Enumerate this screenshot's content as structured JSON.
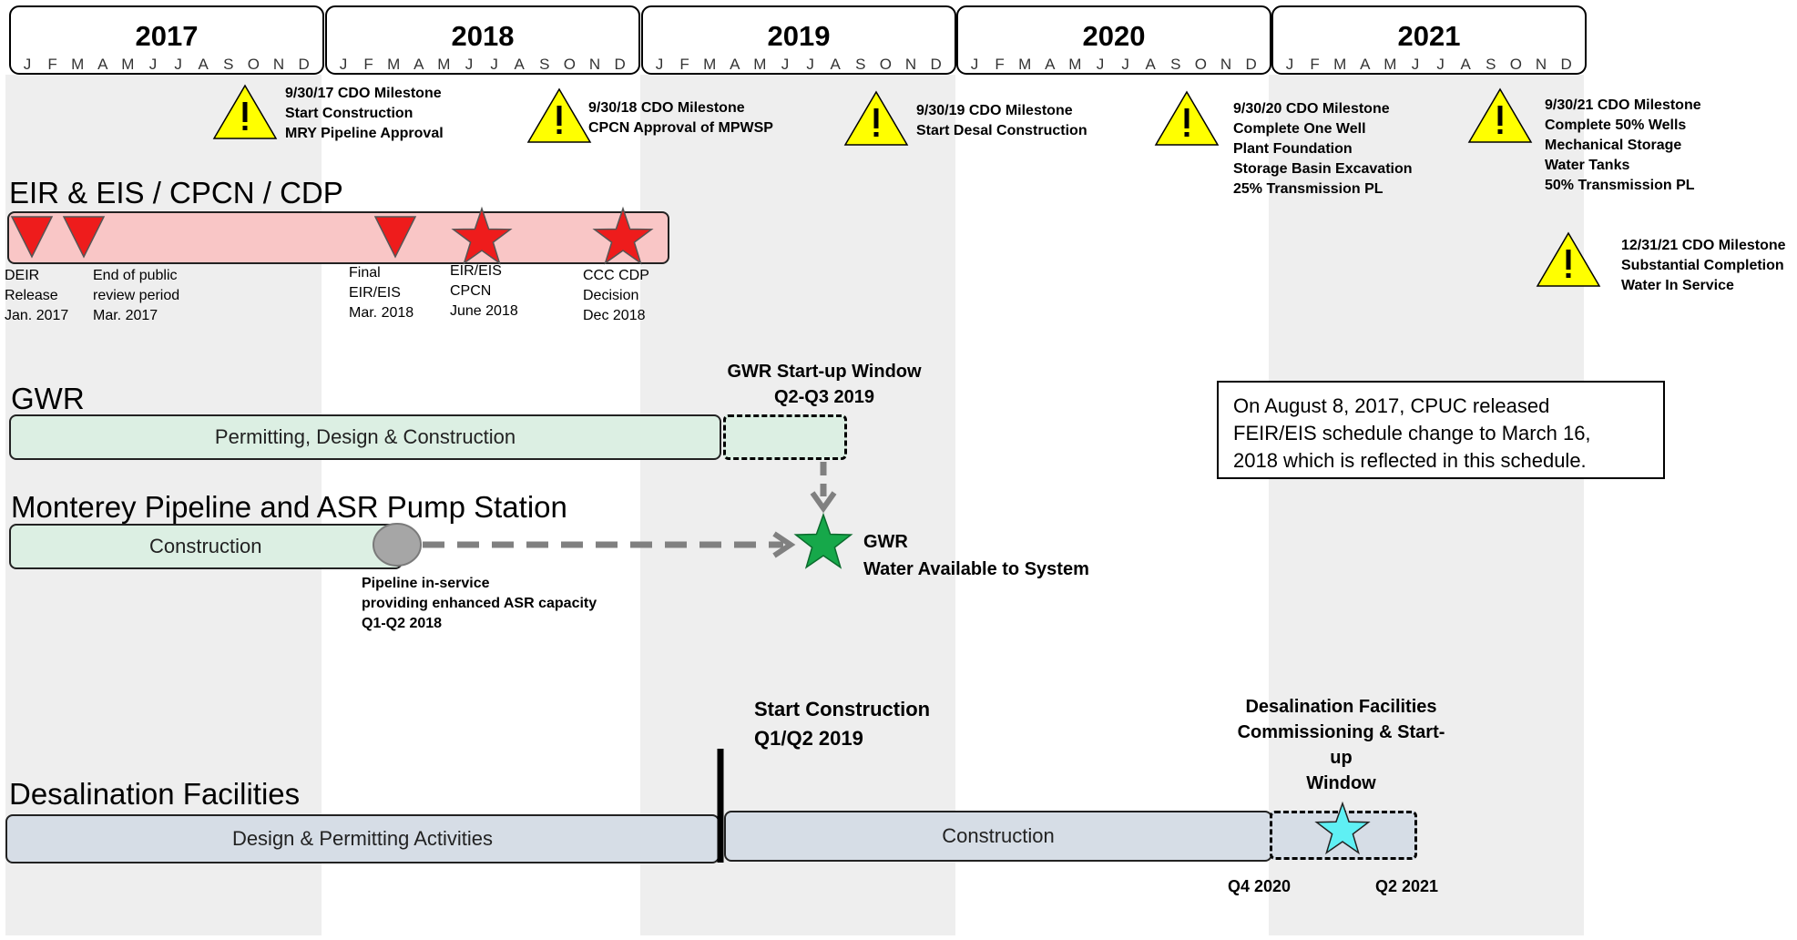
{
  "timeline": {
    "years": [
      {
        "label": "2017",
        "months": [
          "J",
          "F",
          "M",
          "A",
          "M",
          "J",
          "J",
          "A",
          "S",
          "O",
          "N",
          "D"
        ]
      },
      {
        "label": "2018",
        "months": [
          "J",
          "F",
          "M",
          "A",
          "M",
          "J",
          "J",
          "A",
          "S",
          "O",
          "N",
          "D"
        ]
      },
      {
        "label": "2019",
        "months": [
          "J",
          "F",
          "M",
          "A",
          "M",
          "J",
          "J",
          "A",
          "S",
          "O",
          "N",
          "D"
        ]
      },
      {
        "label": "2020",
        "months": [
          "J",
          "F",
          "M",
          "A",
          "M",
          "J",
          "J",
          "A",
          "S",
          "O",
          "N",
          "D"
        ]
      },
      {
        "label": "2021",
        "months": [
          "J",
          "F",
          "M",
          "A",
          "M",
          "J",
          "J",
          "A",
          "S",
          "O",
          "N",
          "D"
        ]
      }
    ]
  },
  "cdo_milestones": [
    {
      "lines": [
        "9/30/17 CDO Milestone",
        "Start Construction",
        "MRY Pipeline Approval"
      ]
    },
    {
      "lines": [
        "9/30/18 CDO Milestone",
        "CPCN Approval of MPWSP"
      ]
    },
    {
      "lines": [
        "9/30/19 CDO Milestone",
        "Start Desal Construction"
      ]
    },
    {
      "lines": [
        "9/30/20 CDO Milestone",
        "Complete One Well",
        "Plant Foundation",
        "Storage Basin Excavation",
        "25% Transmission PL"
      ]
    },
    {
      "lines": [
        "9/30/21 CDO Milestone",
        "Complete 50% Wells",
        "Mechanical Storage",
        "Water Tanks",
        "50% Transmission PL"
      ]
    },
    {
      "lines": [
        "12/31/21 CDO Milestone",
        "Substantial Completion",
        "Water In Service"
      ]
    }
  ],
  "colors": {
    "eir_bar": "#f9c6c6",
    "gwr_bar": "#dcefe3",
    "pipeline_bar": "#dcefe3",
    "desal_bar": "#d6dde6",
    "warning_fill": "#ffff00",
    "red_marker": "#ee1c1c",
    "green_star": "#16a84a",
    "cyan_star": "#5ff0f4",
    "arrow_gray": "#808080",
    "column_shade": "#eeeeee"
  },
  "eir": {
    "title": "EIR & EIS / CPCN / CDP",
    "milestones": [
      {
        "marker": "triangle",
        "lines": [
          "DEIR",
          "Release",
          "Jan. 2017"
        ]
      },
      {
        "marker": "triangle",
        "lines": [
          "End of public",
          "review period",
          "Mar. 2017"
        ]
      },
      {
        "marker": "triangle",
        "lines": [
          "Final",
          "EIR/EIS",
          "Mar. 2018"
        ]
      },
      {
        "marker": "star",
        "lines": [
          "EIR/EIS",
          "CPCN",
          "June 2018"
        ]
      },
      {
        "marker": "star",
        "lines": [
          "CCC CDP",
          "Decision",
          "Dec 2018"
        ]
      }
    ]
  },
  "gwr": {
    "title": "GWR",
    "bar_label": "Permitting, Design & Construction",
    "window_label": [
      "GWR Start-up Window",
      "Q2-Q3 2019"
    ],
    "result_label": [
      "GWR",
      "Water Available to System"
    ]
  },
  "pipeline": {
    "title": "Monterey Pipeline and ASR Pump Station",
    "bar_label": "Construction",
    "note": [
      "Pipeline in-service",
      "providing enhanced ASR capacity",
      "Q1-Q2 2018"
    ]
  },
  "callout": {
    "text": "On August 8, 2017, CPUC released\nFEIR/EIS schedule change to March 16,\n2018 which is reflected in this schedule."
  },
  "desal": {
    "title": "Desalination Facilities",
    "design_label": "Design & Permitting Activities",
    "construction_label": "Construction",
    "start_label": [
      "Start Construction",
      "Q1/Q2 2019"
    ],
    "commissioning_label": [
      "Desalination Facilities",
      "Commissioning & Start-",
      "up",
      "Window"
    ],
    "q4_label": "Q4 2020",
    "q2_label": "Q2 2021"
  }
}
